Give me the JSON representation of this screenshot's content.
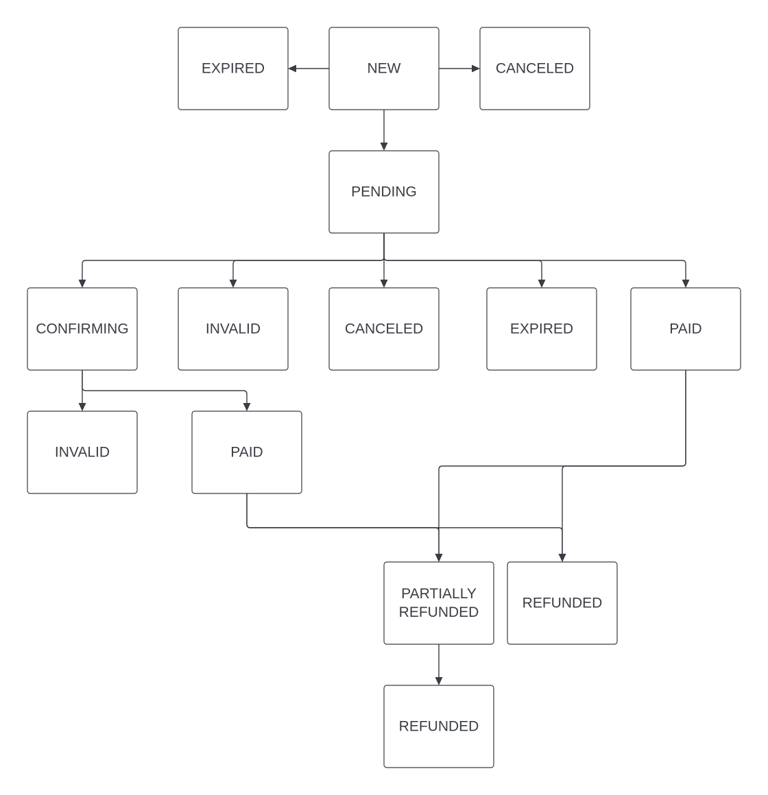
{
  "nodes": {
    "expired_top": {
      "label": "EXPIRED"
    },
    "new": {
      "label": "NEW"
    },
    "canceled_top": {
      "label": "CANCELED"
    },
    "pending": {
      "label": "PENDING"
    },
    "confirming": {
      "label": "CONFIRMING"
    },
    "invalid_mid": {
      "label": "INVALID"
    },
    "canceled_mid": {
      "label": "CANCELED"
    },
    "expired_mid": {
      "label": "EXPIRED"
    },
    "paid_right": {
      "label": "PAID"
    },
    "invalid_low": {
      "label": "INVALID"
    },
    "paid_low": {
      "label": "PAID"
    },
    "partially_refunded": {
      "label": [
        "PARTIALLY",
        "REFUNDED"
      ]
    },
    "refunded_right": {
      "label": "REFUNDED"
    },
    "refunded_bottom": {
      "label": "REFUNDED"
    }
  },
  "edges": [
    {
      "from": "new",
      "to": "expired_top"
    },
    {
      "from": "new",
      "to": "canceled_top"
    },
    {
      "from": "new",
      "to": "pending"
    },
    {
      "from": "pending",
      "to": "confirming"
    },
    {
      "from": "pending",
      "to": "invalid_mid"
    },
    {
      "from": "pending",
      "to": "canceled_mid"
    },
    {
      "from": "pending",
      "to": "expired_mid"
    },
    {
      "from": "pending",
      "to": "paid_right"
    },
    {
      "from": "confirming",
      "to": "invalid_low"
    },
    {
      "from": "confirming",
      "to": "paid_low"
    },
    {
      "from": "paid_right",
      "to": "partially_refunded"
    },
    {
      "from": "paid_right",
      "to": "refunded_right"
    },
    {
      "from": "paid_low",
      "to": "partially_refunded"
    },
    {
      "from": "paid_low",
      "to": "refunded_right"
    },
    {
      "from": "partially_refunded",
      "to": "refunded_bottom"
    }
  ]
}
